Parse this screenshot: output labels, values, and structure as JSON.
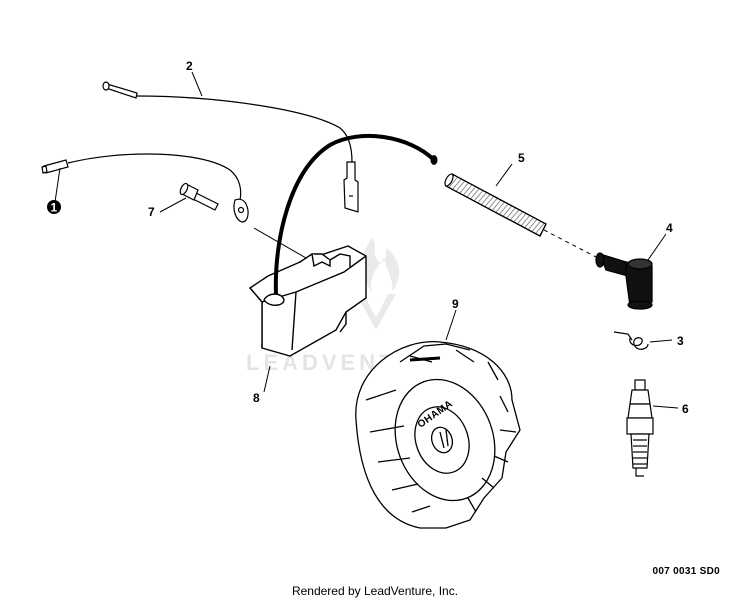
{
  "callouts": {
    "c1": "1",
    "c2": "2",
    "c3": "3",
    "c4": "4",
    "c5": "5",
    "c6": "6",
    "c7": "7",
    "c8": "8",
    "c9": "9"
  },
  "flywheel_brand": "OHAMA",
  "watermark": "LEADVENTURE",
  "drawing_code": "007 0031 SD0",
  "credit": "Rendered by LeadVenture, Inc."
}
